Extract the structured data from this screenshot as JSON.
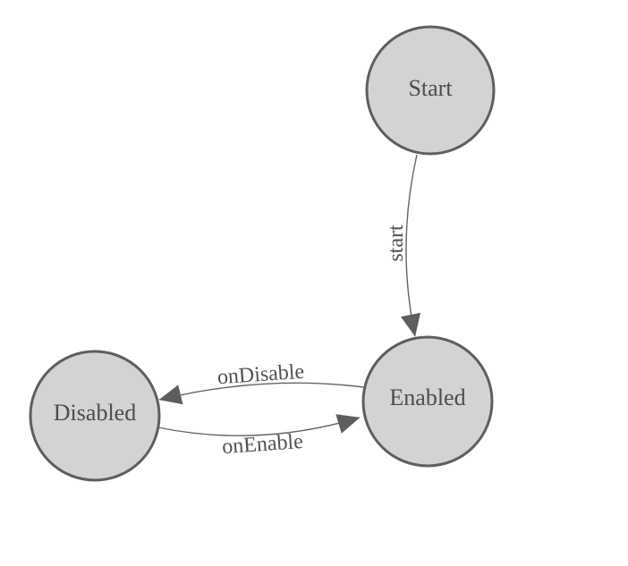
{
  "diagram": {
    "kind": "state-machine",
    "background_color": "#ffffff",
    "node_fill_color": "#d3d3d3",
    "node_stroke_color": "#5e5e5e",
    "edge_color": "#646464",
    "text_color": "#4c4c52",
    "nodes": [
      {
        "id": "start",
        "label": "Start"
      },
      {
        "id": "enabled",
        "label": "Enabled"
      },
      {
        "id": "disabled",
        "label": "Disabled"
      }
    ],
    "edges": [
      {
        "from": "Start",
        "to": "Enabled",
        "label": "start"
      },
      {
        "from": "Enabled",
        "to": "Disabled",
        "label": "onDisable"
      },
      {
        "from": "Disabled",
        "to": "Enabled",
        "label": "onEnable"
      }
    ]
  }
}
